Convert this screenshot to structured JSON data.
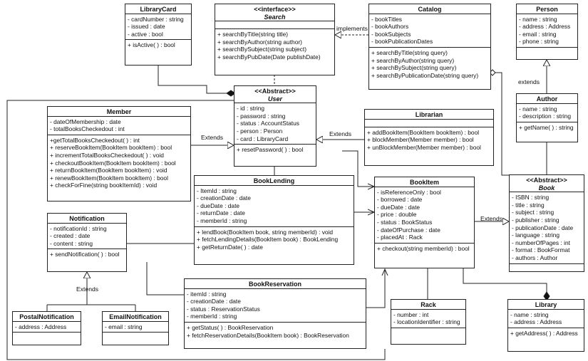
{
  "classes": {
    "librarycard": {
      "name": "LibraryCard",
      "attributes": [
        "- cardNumber : string",
        "- issued : date",
        "- active : bool"
      ],
      "methods": [
        "+ isActive( ) : bool"
      ]
    },
    "search": {
      "stereotype": "<<interface>>",
      "name": "Search",
      "attributes": [],
      "methods": [
        "+ searchByTitle(string title)",
        "+ searchByAuthor(string author)",
        "+ searchBySubject(string subject)",
        "+ searchByPubDate(Date publishDate)"
      ]
    },
    "catalog": {
      "name": "Catalog",
      "attributes": [
        "- bookTitles",
        "- bookAuthors",
        "- bookSubjects",
        "- bookPublicationDates"
      ],
      "methods": [
        "+ searchByTitle(string query)",
        "+ searchByAuthor(string query)",
        "+ searchBySubject(string query)",
        "+ searchByPublicationDate(string query)"
      ]
    },
    "person": {
      "name": "Person",
      "attributes": [
        "- name : string",
        "- address : Address",
        "- email : string",
        "- phone : string"
      ],
      "methods": []
    },
    "user": {
      "stereotype": "<<Abstract>>",
      "name": "User",
      "attributes": [
        "- id : string",
        "- password : string",
        "- status : AccountStatus",
        "- person : Person",
        "- card : LibraryCard"
      ],
      "methods": [
        "+ resetPassword( ) : bool"
      ]
    },
    "member": {
      "name": "Member",
      "attributes": [
        "- dateOfMembership : date",
        "- totalBooksCheckedout : int"
      ],
      "methods": [
        "+getTotalBooksCheckedout( ) : int",
        "+ reserveBookItem(BookItem bookItem) : bool",
        "+ incrementTotalBooksCheckedout( ) : void",
        "+ checkoutBookItem(BookItem bookItem) : bool",
        "+ returnBookItem(BookItem bookItem) : void",
        "+ renewBookItem(BookItem bookItem) : bool",
        "+ checkForFine(string bookItemId) : void"
      ]
    },
    "librarian": {
      "name": "Librarian",
      "attributes": [],
      "methods": [
        "+ addBookItem(BookItem bookItem) : bool",
        "+ blockMember(Member member) : bool",
        "+ unBlockMember(Member member)  : bool"
      ]
    },
    "author": {
      "name": "Author",
      "attributes": [
        "- name : string",
        "- description : string"
      ],
      "methods": [
        "+ getName( ) : string"
      ]
    },
    "booklending": {
      "name": "BookLending",
      "attributes": [
        "- ItemId : string",
        "- creationDate : date",
        "- dueDate : date",
        "- returnDate : date",
        "- memberId : string"
      ],
      "methods": [
        "+ lendBook(BookItem book, string memberId) : void",
        "+ fetchLendingDetails(BookItem book) : BookLending",
        "+ getReturnDate( ) : date"
      ]
    },
    "bookitem": {
      "name": "BookItem",
      "attributes": [
        "- isReferenceOnly : bool",
        "- borrowed : date",
        "- dueDate : date",
        "- price : double",
        "- status : BookStatus",
        "- dateOfPurchase : date",
        "- placedAt : Rack"
      ],
      "methods": [
        "+ checkout(string memberId) : bool"
      ]
    },
    "book": {
      "stereotype": "<<Abstract>>",
      "name": "Book",
      "attributes": [
        "- ISBN : string",
        "- title : string",
        "- subject : string",
        "- publisher : string",
        "- publicationDate : date",
        "- language : string",
        "- numberOfPages : int",
        "- format : BookFormat",
        "- authors : Author"
      ],
      "methods": []
    },
    "notification": {
      "name": "Notification",
      "attributes": [
        "- notificationId : string",
        "- created : date",
        "- content : string"
      ],
      "methods": [
        "+ sendNotification( ) : bool"
      ]
    },
    "bookreservation": {
      "name": "BookReservation",
      "attributes": [
        "- itemId : string",
        "- creationDate : date",
        "- status : ReservationStatus",
        "- memberId : string"
      ],
      "methods": [
        "+ getStatus( ) : BookReservation",
        "+ fetchReservationDetails(BookItem book) : BookReservation"
      ]
    },
    "postalnotification": {
      "name": "PostalNotification",
      "attributes": [
        "- address : Address"
      ],
      "methods": []
    },
    "emailnotification": {
      "name": "EmailNotification",
      "attributes": [
        "- email : string"
      ],
      "methods": []
    },
    "rack": {
      "name": "Rack",
      "attributes": [
        "- number : int",
        "- locationIdentifier : string"
      ],
      "methods": []
    },
    "library": {
      "name": "Library",
      "attributes": [
        "- name : string",
        "- address : Address"
      ],
      "methods": [
        "+ getAddress( ) : Address"
      ]
    }
  },
  "edge_labels": {
    "implements": "implements",
    "extends_person": "extends",
    "extends_member": "Extends",
    "extends_librarian": "Extends",
    "extends_book": "Extends",
    "extends_notification": "Extends"
  }
}
